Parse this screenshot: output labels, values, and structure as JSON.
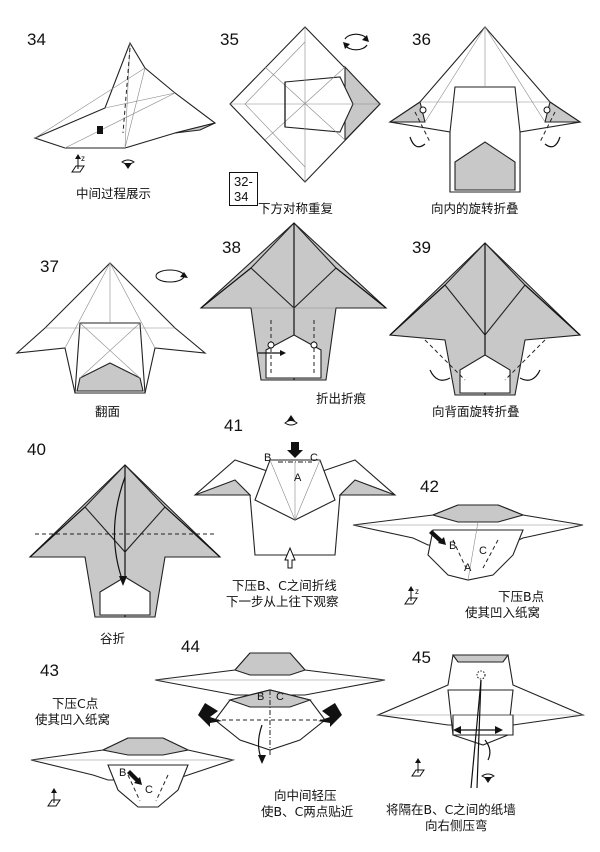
{
  "steps": [
    {
      "num": "34",
      "caption": "中间过程展示"
    },
    {
      "num": "35",
      "caption": "下方对称重复",
      "ref_box": "32-34"
    },
    {
      "num": "36",
      "caption": "向内的旋转折叠"
    },
    {
      "num": "37",
      "caption": "翻面"
    },
    {
      "num": "38",
      "caption": "折出折痕"
    },
    {
      "num": "39",
      "caption": "向背面旋转折叠"
    },
    {
      "num": "40",
      "caption": "谷折"
    },
    {
      "num": "41",
      "caption_line1": "下压B、C之间折线",
      "caption_line2": "下一步从上往下观察"
    },
    {
      "num": "42",
      "caption_line1": "下压B点",
      "caption_line2": "使其凹入纸窝"
    },
    {
      "num": "43",
      "caption_line1": "下压C点",
      "caption_line2": "使其凹入纸窝"
    },
    {
      "num": "44",
      "caption_line1": "向中间轻压",
      "caption_line2": "使B、C两点贴近"
    },
    {
      "num": "45",
      "caption_line1": "将隔在B、C之间的纸墙",
      "caption_line2": "向右侧压弯"
    }
  ],
  "point_labels": {
    "b": "B",
    "c": "C",
    "a": "A"
  },
  "axis_label": "z"
}
